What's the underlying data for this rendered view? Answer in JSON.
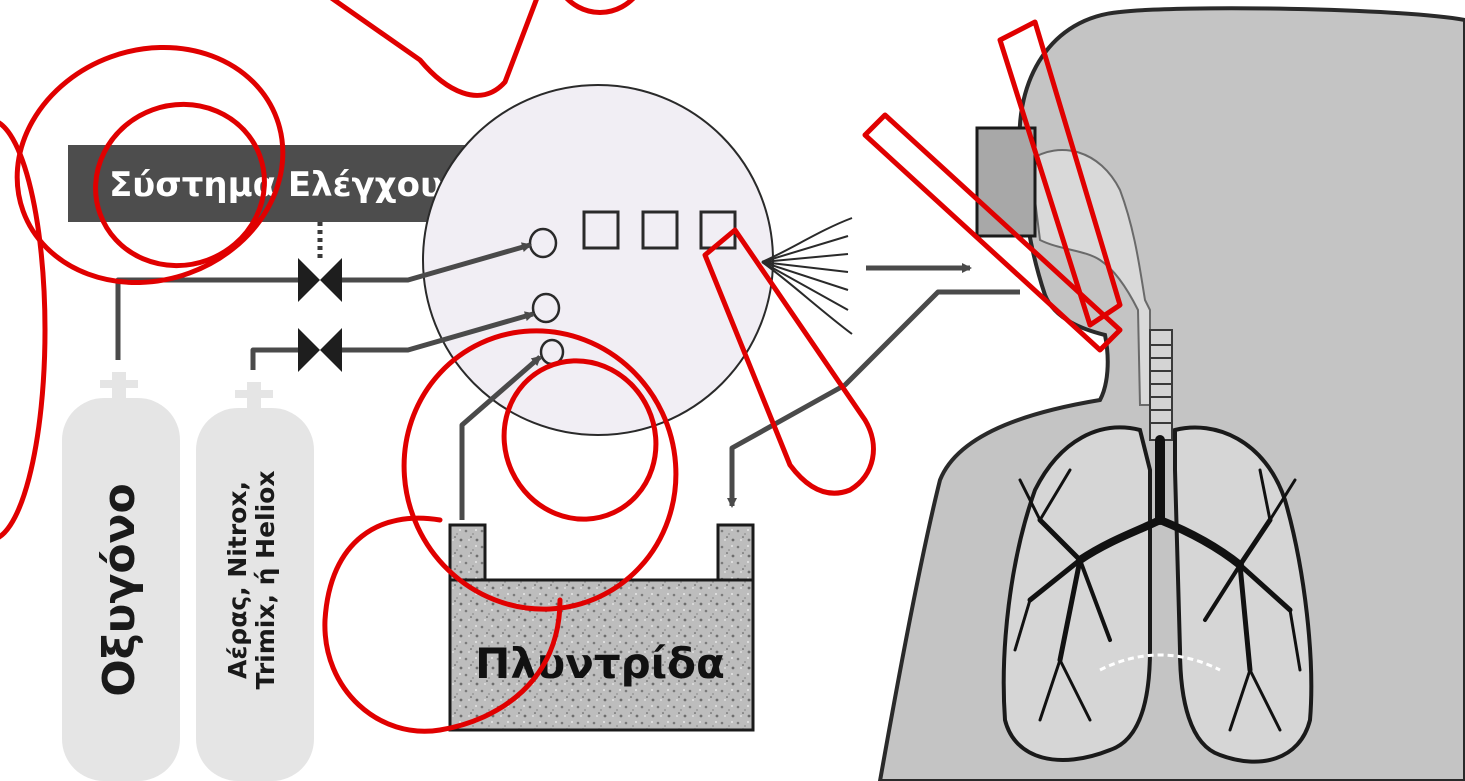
{
  "labels": {
    "control_system": "Σύστημα Ελέγχου",
    "oxygen": "Οξυγόνο",
    "diluent_line1": "Αέρας, Nitrox,",
    "diluent_line2": "Trimix, ή Heliox",
    "scrubber": "Πλυντρίδα"
  },
  "colors": {
    "control_box": "#4d4d4d",
    "cylinder": "#e5e5e5",
    "counterlung": "#f1eef4",
    "body": "#c4c4c4",
    "scrubber": "#bcbcbc",
    "watermark": "#e00000",
    "pipes": "#4a4a4a"
  },
  "watermark": "copy"
}
